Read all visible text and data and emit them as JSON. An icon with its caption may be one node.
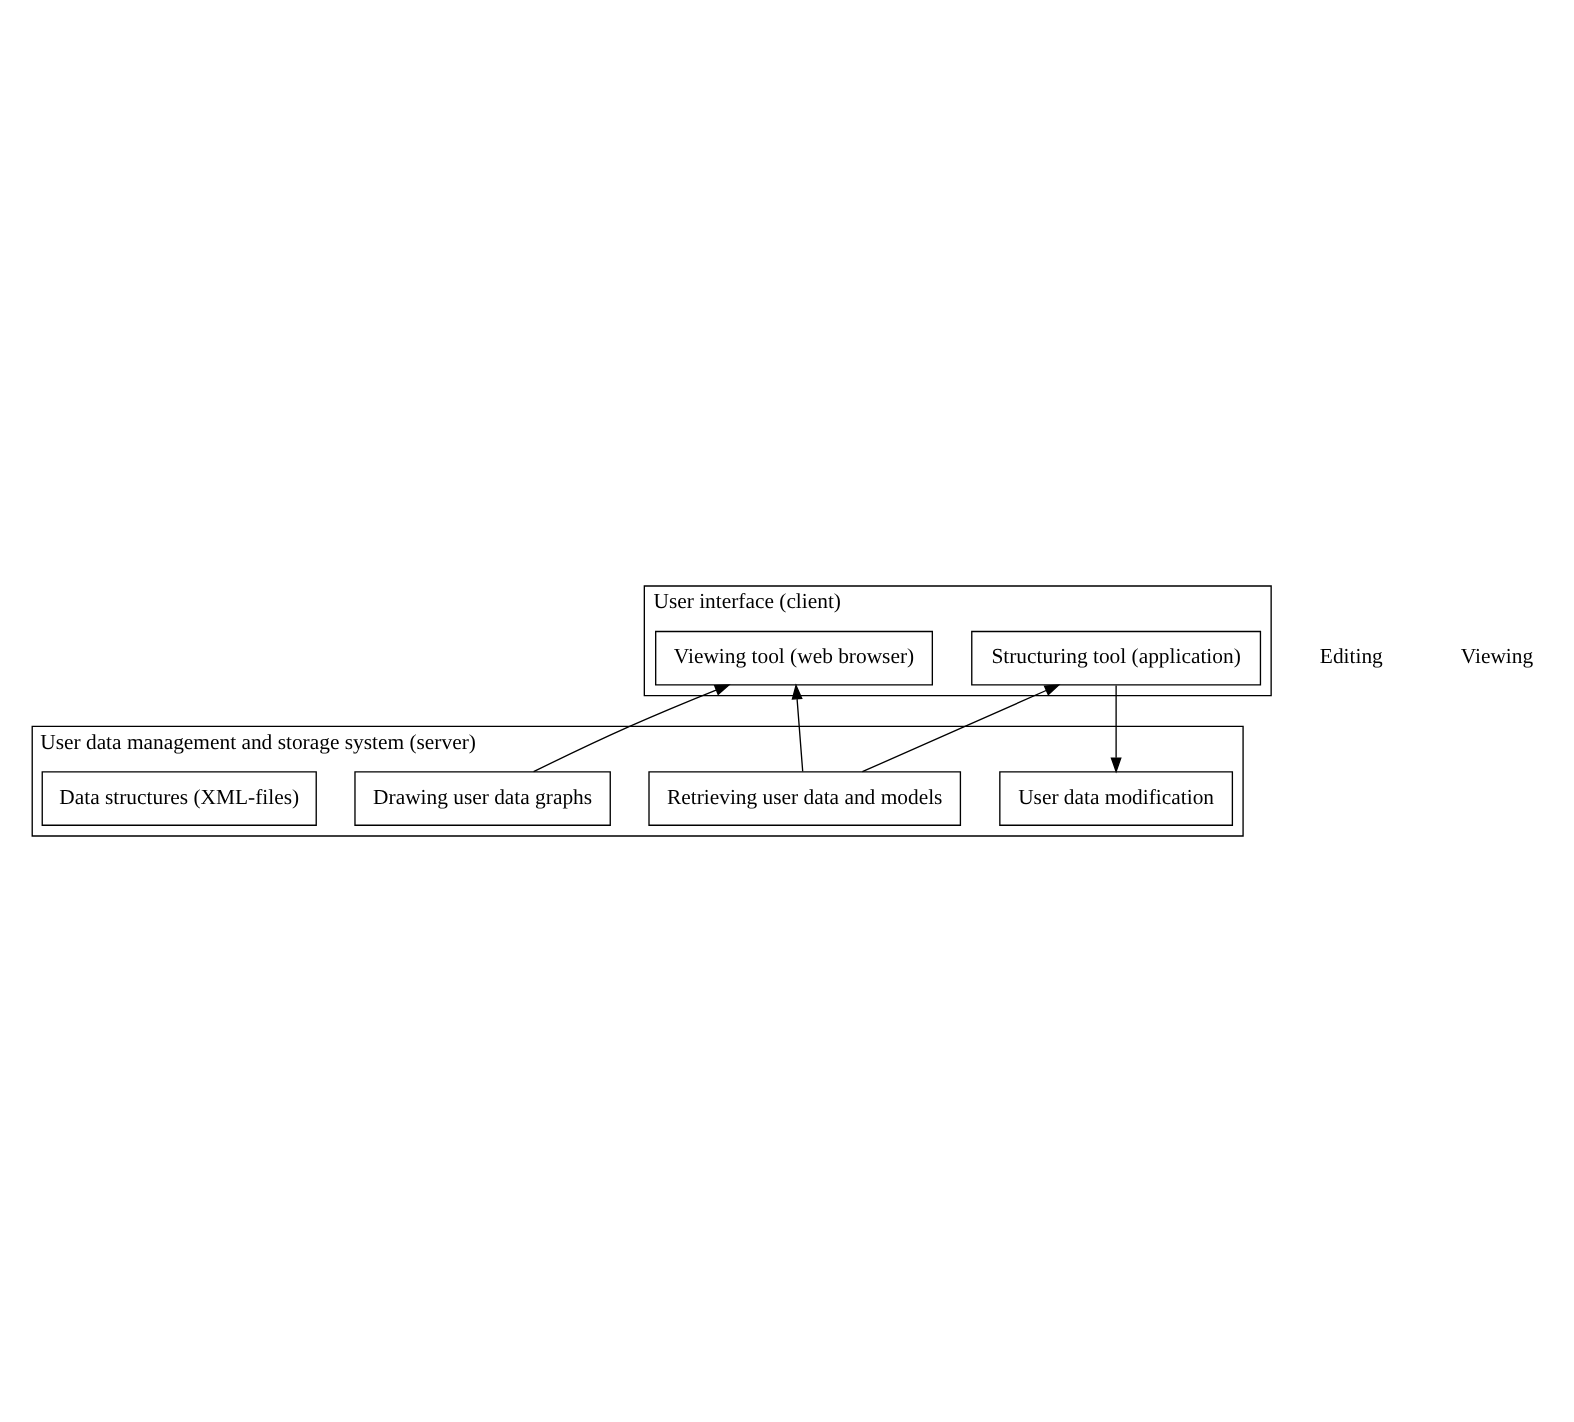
{
  "diagram": {
    "nodes": [
      {
        "text": [
          "User interface (client)"
        ]
      },
      {
        "text": [
          "Structuring tool (application)"
        ],
        "in": 0
      },
      {
        "text": [
          "Viewing tool (web browser)"
        ],
        "in": 0
      },
      {
        "text": [
          "User data management and storage system (server)"
        ]
      },
      {
        "text": [
          "User data modification"
        ],
        "in": 3
      },
      {
        "text": [
          "Retrieving user data and models"
        ],
        "in": 3
      },
      {
        "text": [
          "Drawing user data graphs"
        ],
        "in": 3
      },
      {
        "text": [
          "Data structures (XML-files)"
        ],
        "in": 3
      }
    ],
    "edges": [
      {
        "from": 1,
        "to": 4,
        "arrow": "to"
      },
      {
        "from": 5,
        "to": 1,
        "arrow": "to"
      },
      {
        "from": 5,
        "to": 2,
        "arrow": "to"
      },
      {
        "from": 6,
        "to": 2,
        "arrow": "to"
      }
    ],
    "labels": [
      "Editing",
      "Viewing"
    ]
  }
}
